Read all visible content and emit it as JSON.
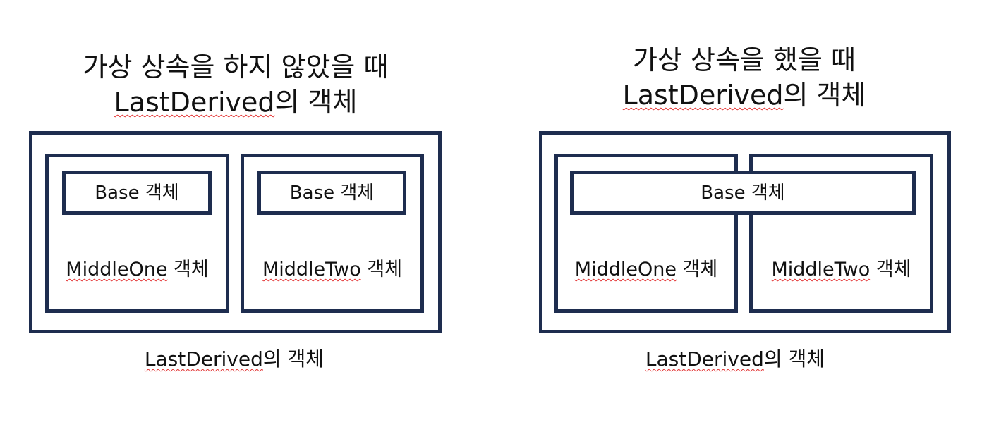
{
  "left_panel": {
    "title_line1": "가상 상속을 하지 않았을 때",
    "title_line2_word": "LastDerived",
    "title_line2_suffix": "의 객체",
    "middle_one": {
      "name": "MiddleOne",
      "suffix": " 객체",
      "base_label": "Base 객체"
    },
    "middle_two": {
      "name": "MiddleTwo",
      "suffix": " 객체",
      "base_label": "Base 객체"
    },
    "caption_word": "LastDerived",
    "caption_suffix": "의 객체"
  },
  "right_panel": {
    "title_line1": "가상 상속을 했을 때",
    "title_line2_word": "LastDerived",
    "title_line2_suffix": "의 객체",
    "shared_base_label": "Base 객체",
    "middle_one": {
      "name": "MiddleOne",
      "suffix": " 객체"
    },
    "middle_two": {
      "name": "MiddleTwo",
      "suffix": " 객체"
    },
    "caption_word": "LastDerived",
    "caption_suffix": "의 객체"
  },
  "colors": {
    "box_border": "#1e2d4f",
    "spellcheck_underline": "#e23030"
  }
}
